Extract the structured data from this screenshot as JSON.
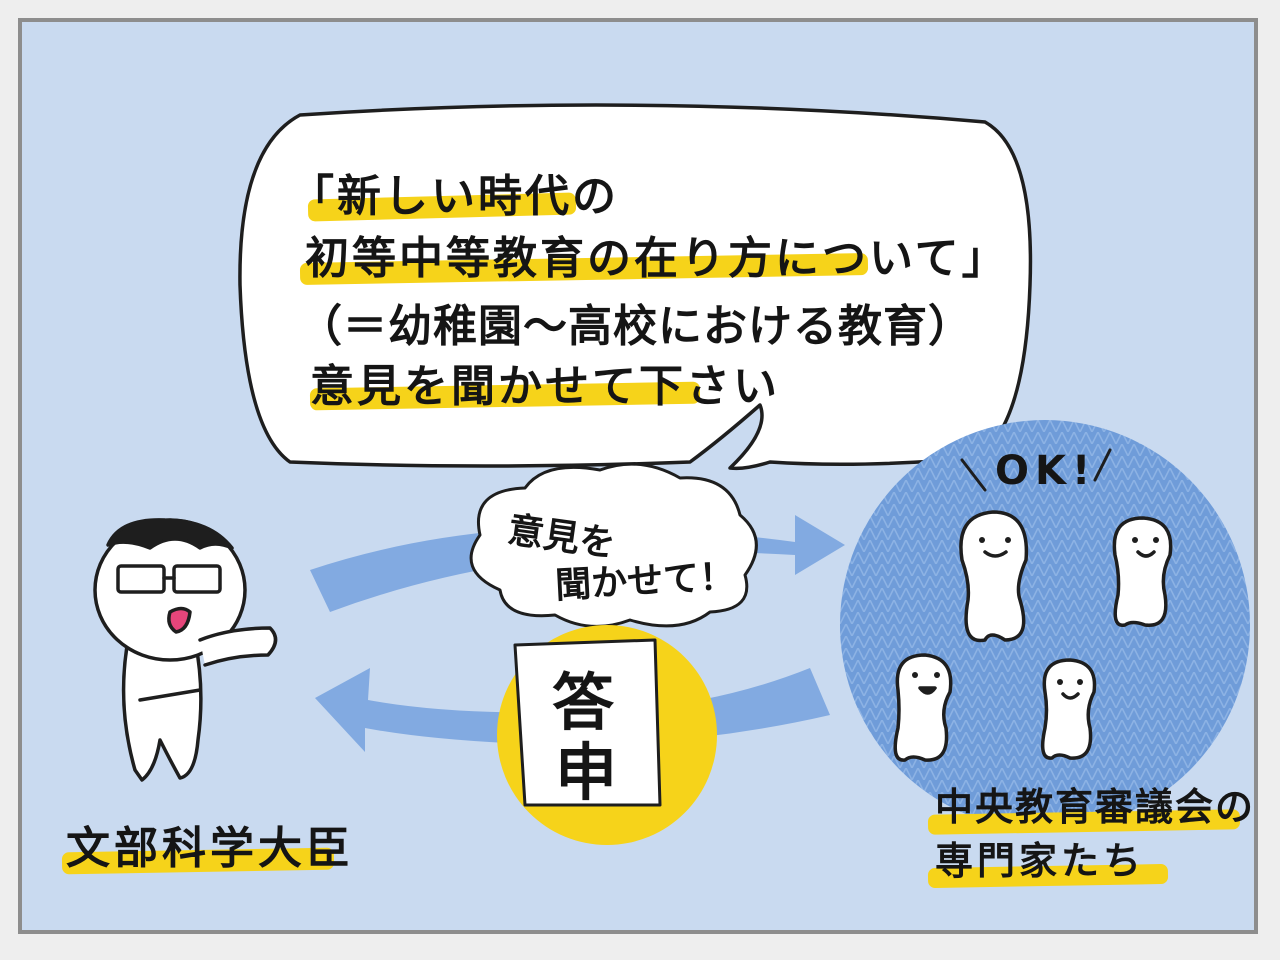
{
  "bubble": {
    "line1": "「新しい時代の",
    "line2": "初等中等教育の在り方について」",
    "line3": "（＝幼稚園～高校における教育）",
    "line4": "意見を聞かせて下さい"
  },
  "cloud": {
    "line1": "意見を",
    "line2": "聞かせて！"
  },
  "document": {
    "char1": "答",
    "char2": "申"
  },
  "minister_label": "文部科学大臣",
  "experts": {
    "exclaim": "OK!",
    "label_line1": "中央教育審議会の",
    "label_line2": "専門家たち"
  },
  "colors": {
    "background": "#c9daf0",
    "highlight": "#f6d31a",
    "arrow": "#7ea8df",
    "expert_circle": "#6f9cd9"
  }
}
